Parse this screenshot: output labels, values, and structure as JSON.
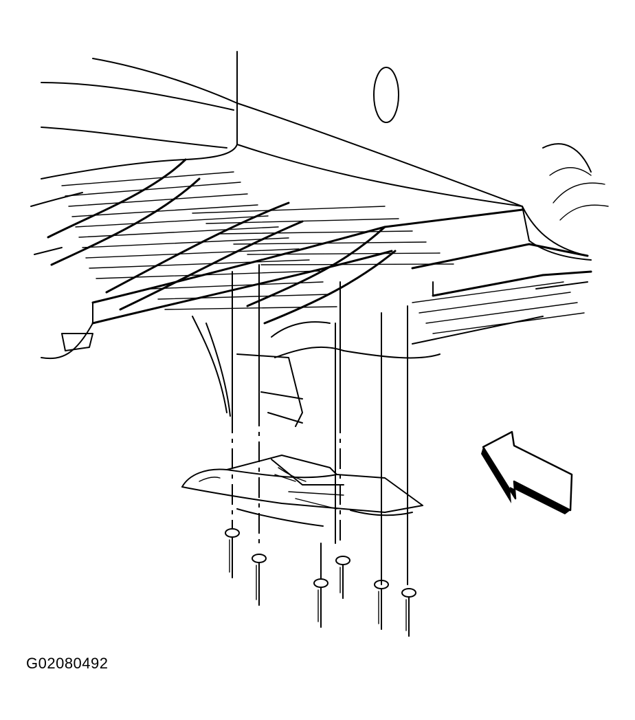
{
  "figure": {
    "id_label": "G02080492",
    "callouts": [
      {
        "name": "view-direction-arrow",
        "icon": "thick-arrow-icon",
        "points_to": "underbody"
      }
    ],
    "fastener_count": 6
  }
}
